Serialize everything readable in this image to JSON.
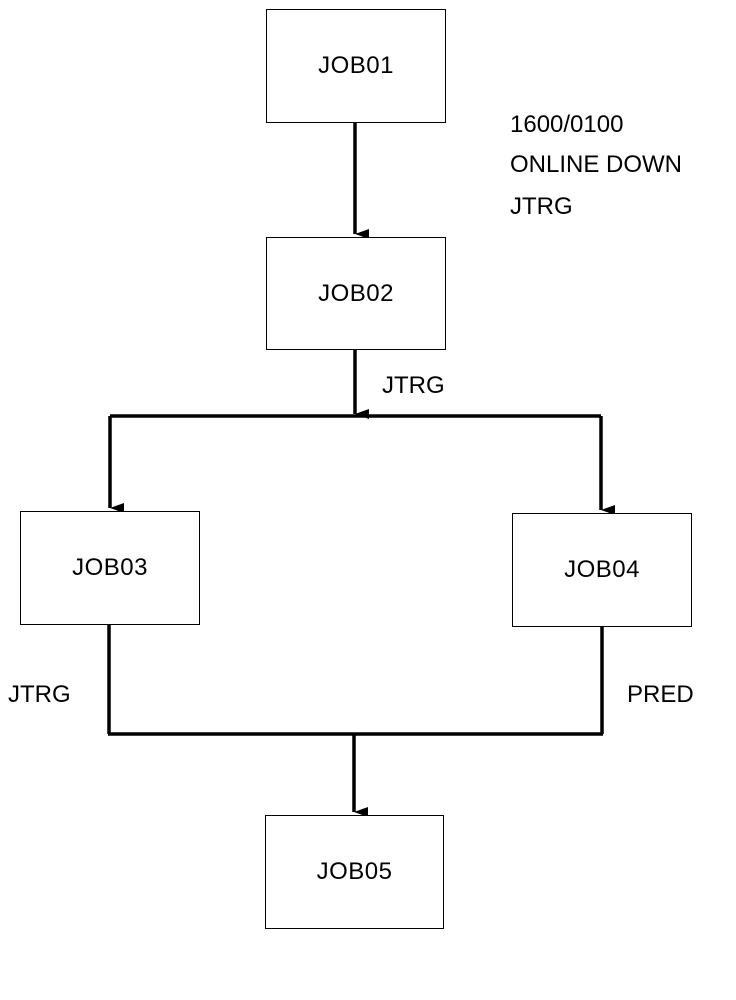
{
  "jobs": {
    "job01": "JOB01",
    "job02": "JOB02",
    "job03": "JOB03",
    "job04": "JOB04",
    "job05": "JOB05"
  },
  "annotation": {
    "line1": "1600/0100",
    "line2": "ONLINE DOWN",
    "line3": "JTRG"
  },
  "edges": {
    "job02_out": "JTRG",
    "job03_out": "JTRG",
    "job04_out": "PRED"
  }
}
